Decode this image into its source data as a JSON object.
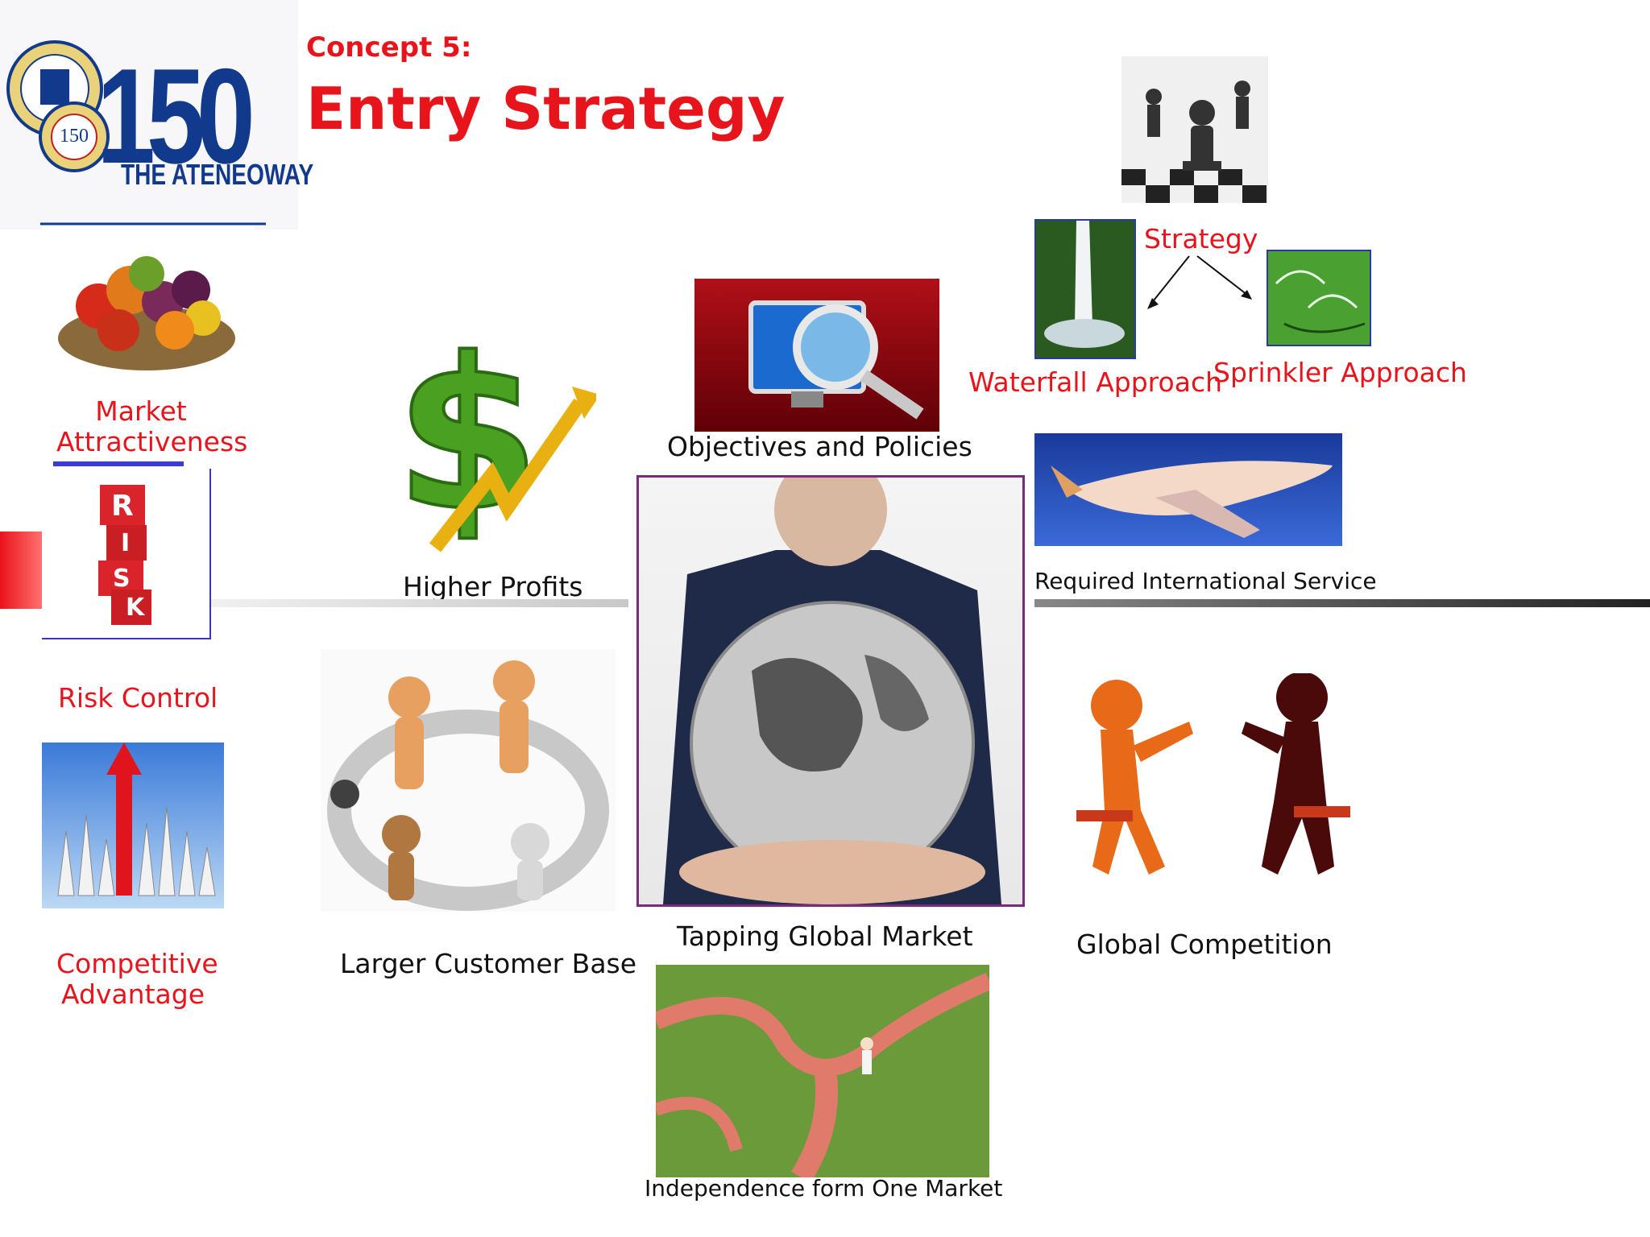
{
  "header": {
    "concept": "Concept 5:",
    "title": "Entry Strategy",
    "logo_text": "150",
    "logo_sub": "THE ATENEOWAY",
    "seal_text": "150"
  },
  "labels": {
    "market_attractiveness": [
      "Market",
      "Attractiveness"
    ],
    "risk_control": "Risk Control",
    "competitive_advantage": [
      "Competitive",
      "Advantage"
    ],
    "higher_profits": "Higher Profits",
    "larger_customer_base": "Larger Customer Base",
    "objectives_policies": "Objectives and Policies",
    "tapping_global_market": "Tapping Global Market",
    "independence": "Independence form One Market",
    "strategy": "Strategy",
    "waterfall": "Waterfall Approach",
    "sprinkler": "Sprinkler Approach",
    "intl_service": "Required International  Service",
    "global_competition": "Global Competition",
    "risk_letters": [
      "R",
      "I",
      "S",
      "K"
    ]
  },
  "colors": {
    "accent_red": "#e8141c",
    "logo_blue": "#123a8c",
    "text_black": "#111111"
  }
}
